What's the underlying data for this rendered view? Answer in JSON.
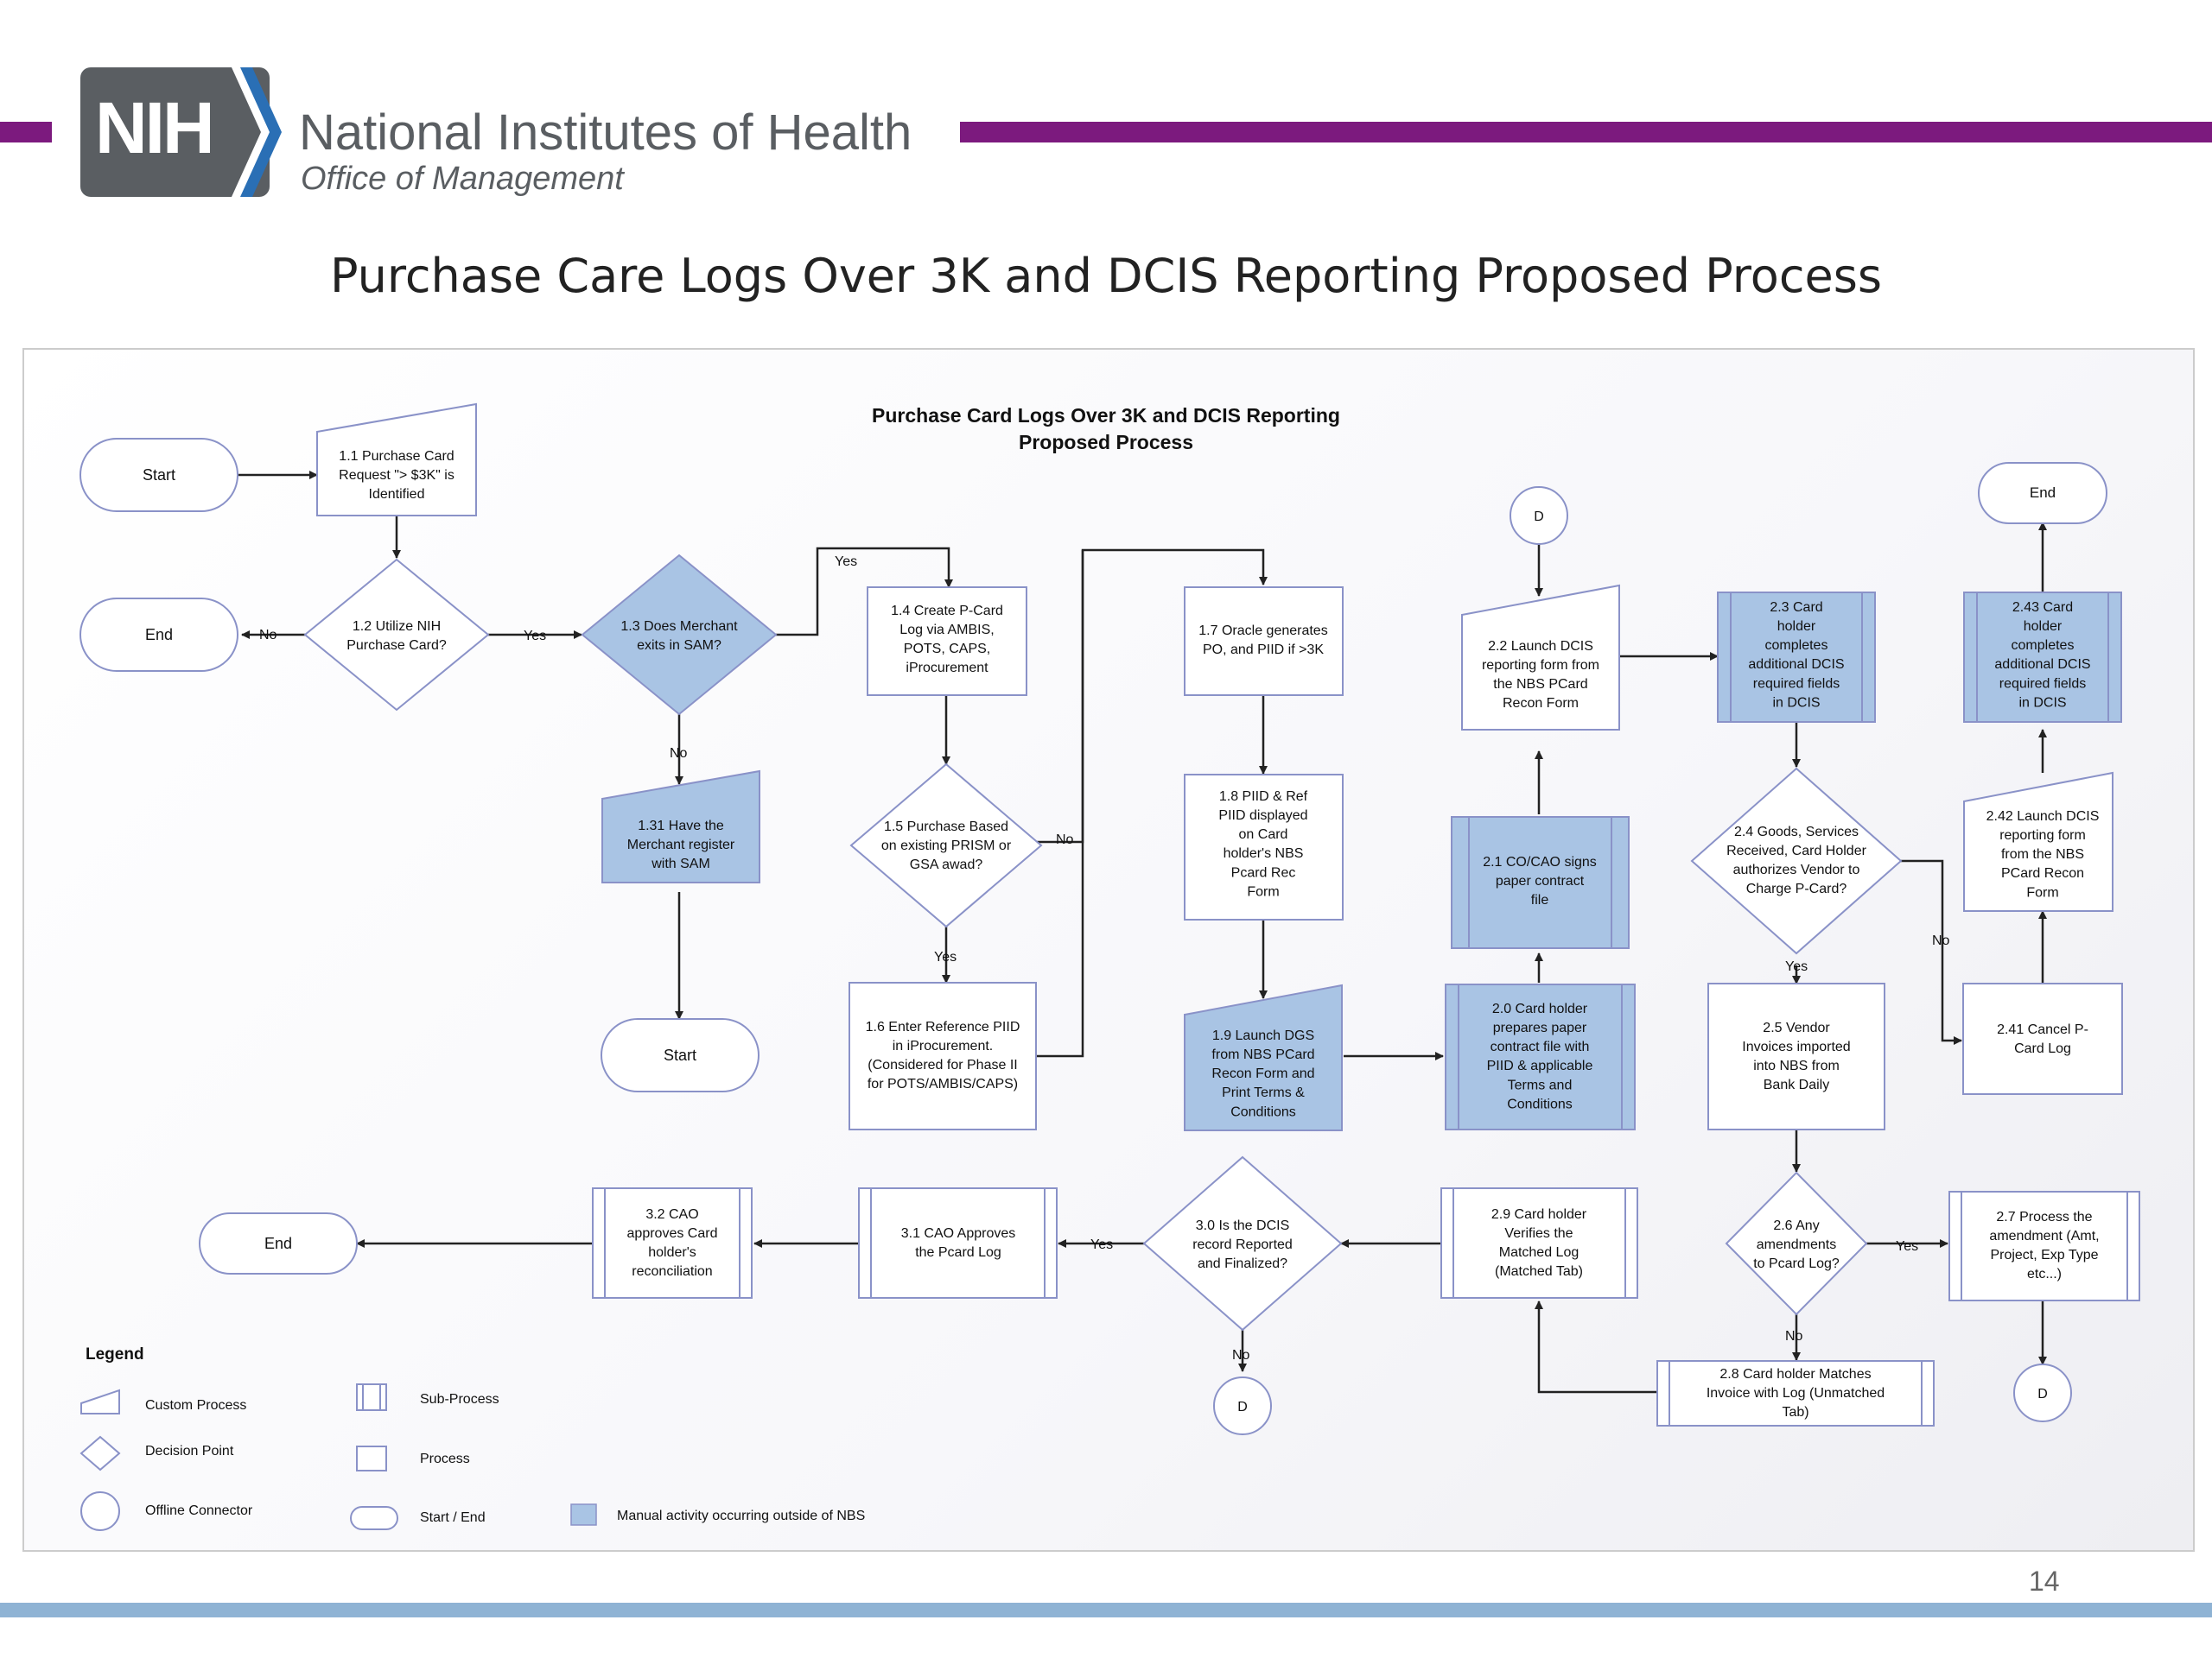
{
  "header": {
    "logo_text": "NIH",
    "org_name": "National Institutes of Health",
    "org_sub": "Office of Management",
    "colors": {
      "accent_purple": "#7c1a7e",
      "logo_gray": "#5a5e62",
      "footer_blue": "#8fb3d4",
      "manual_fill": "#a9c4e4"
    }
  },
  "page_title": "Purchase Care Logs Over 3K and DCIS Reporting Proposed Process",
  "diagram": {
    "title_line1": "Purchase Card Logs Over 3K and DCIS Reporting",
    "title_line2": "Proposed Process",
    "nodes": {
      "start1": [
        "Start"
      ],
      "n1_1": [
        "1.1 Purchase Card",
        "Request \"> $3K\" is",
        "Identified"
      ],
      "end1": [
        "End"
      ],
      "n1_2": [
        "1.2 Utilize NIH",
        "Purchase Card?"
      ],
      "n1_3": [
        "1.3 Does Merchant",
        "exits in SAM?"
      ],
      "n1_31": [
        "1.31 Have the",
        "Merchant register",
        "with SAM"
      ],
      "start2": [
        "Start"
      ],
      "n1_4": [
        "1.4 Create P-Card",
        "Log via AMBIS,",
        "POTS, CAPS,",
        "iProcurement"
      ],
      "n1_5": [
        "1.5 Purchase Based",
        "on existing PRISM or",
        "GSA awad?"
      ],
      "n1_6": [
        "1.6 Enter Reference PIID",
        "in iProcurement.",
        "(Considered for Phase II",
        "for POTS/AMBIS/CAPS)"
      ],
      "n1_7": [
        "1.7 Oracle generates",
        "PO, and PIID if >3K"
      ],
      "n1_8": [
        "1.8 PIID & Ref",
        "PIID displayed",
        "on Card",
        "holder's NBS",
        "Pcard Rec",
        "Form"
      ],
      "n1_9": [
        "1.9 Launch DGS",
        "from NBS PCard",
        "Recon Form and",
        "Print Terms &",
        "Conditions"
      ],
      "n2_0": [
        "2.0 Card holder",
        "prepares paper",
        "contract file with",
        "PIID & applicable",
        "Terms and",
        "Conditions"
      ],
      "n2_1": [
        "2.1 CO/CAO signs",
        "paper contract",
        "file"
      ],
      "n2_2": [
        "2.2 Launch DCIS",
        "reporting form from",
        "the NBS PCard",
        "Recon Form"
      ],
      "conn_d_top": [
        "D"
      ],
      "n2_3": [
        "2.3 Card",
        "holder",
        "completes",
        "additional DCIS",
        "required fields",
        "in DCIS"
      ],
      "n2_4": [
        "2.4 Goods, Services",
        "Received, Card Holder",
        "authorizes Vendor to",
        "Charge P-Card?"
      ],
      "n2_5": [
        "2.5 Vendor",
        "Invoices imported",
        "into NBS from",
        "Bank Daily"
      ],
      "n2_41": [
        "2.41 Cancel P-",
        "Card Log"
      ],
      "n2_42": [
        "2.42 Launch DCIS",
        "reporting form",
        "from the NBS",
        "PCard Recon",
        "Form"
      ],
      "n2_43": [
        "2.43 Card",
        "holder",
        "completes",
        "additional DCIS",
        "required fields",
        "in DCIS"
      ],
      "end_top": [
        "End"
      ],
      "n2_6": [
        "2.6 Any",
        "amendments",
        "to Pcard Log?"
      ],
      "n2_7": [
        "2.7 Process the",
        "amendment (Amt,",
        "Project, Exp Type",
        "etc...)"
      ],
      "conn_d_right": [
        "D"
      ],
      "n2_8": [
        "2.8 Card holder Matches",
        "Invoice with Log (Unmatched",
        "Tab)"
      ],
      "n2_9": [
        "2.9 Card holder",
        "Verifies the",
        "Matched Log",
        "(Matched Tab)"
      ],
      "n3_0": [
        "3.0 Is the DCIS",
        "record Reported",
        "and Finalized?"
      ],
      "conn_d_bottom": [
        "D"
      ],
      "n3_1": [
        "3.1 CAO Approves",
        "the Pcard Log"
      ],
      "n3_2": [
        "3.2 CAO",
        "approves Card",
        "holder's",
        "reconciliation"
      ],
      "end_bottom": [
        "End"
      ]
    },
    "edge_labels": {
      "yes": "Yes",
      "no": "No"
    },
    "legend": {
      "title": "Legend",
      "custom_process": "Custom Process",
      "decision_point": "Decision Point",
      "offline_connector": "Offline Connector",
      "sub_process": "Sub-Process",
      "process": "Process",
      "start_end": "Start / End",
      "manual": "Manual activity occurring outside of NBS"
    }
  },
  "page_number": "14"
}
